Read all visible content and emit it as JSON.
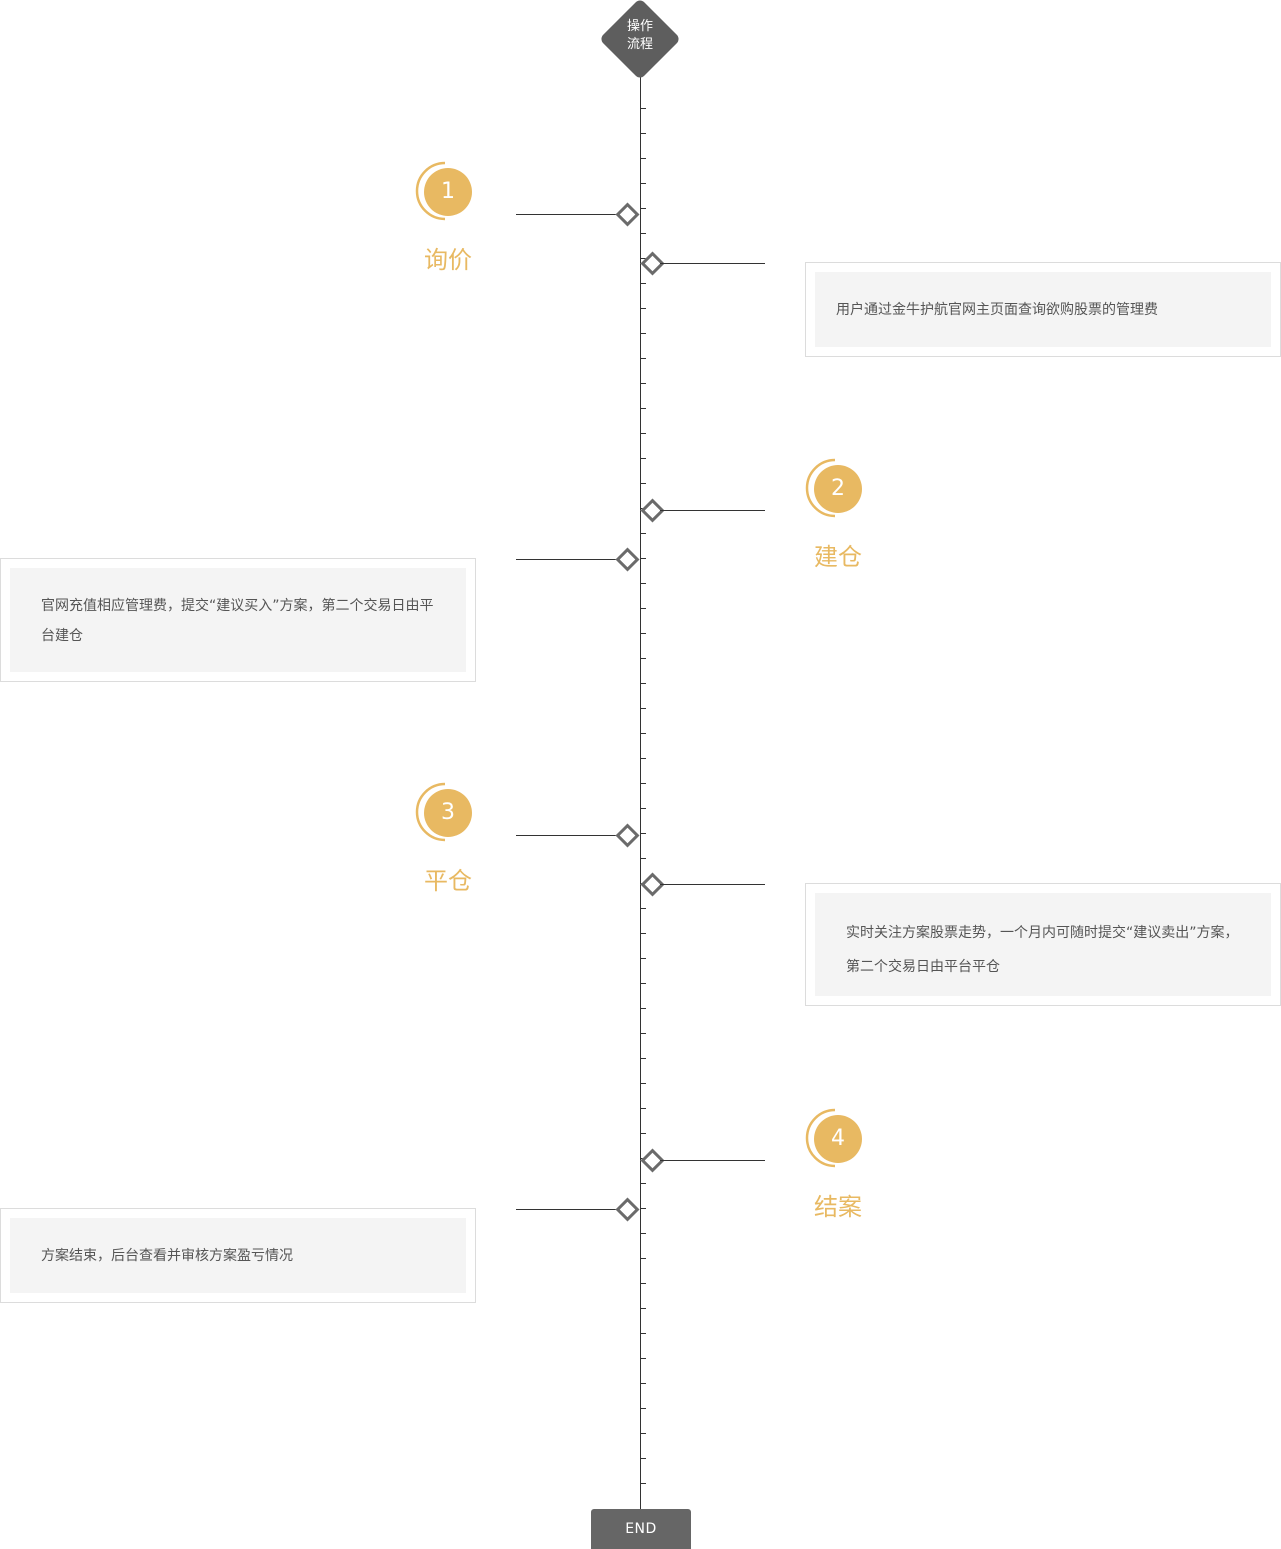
{
  "start_label": "操作\n流程",
  "end_label": "END",
  "colors": {
    "accent": "#e8b962",
    "axis": "#333333",
    "node_border": "#6b6b6b",
    "card_bg": "#f4f4f4"
  },
  "steps": [
    {
      "number": "1",
      "title": "询价",
      "description": "用户通过金牛护航官网主页面查询欲购股票的管理费"
    },
    {
      "number": "2",
      "title": "建仓",
      "description": "官网充值相应管理费，提交“建议买入”方案，第二个交易日由平台建仓"
    },
    {
      "number": "3",
      "title": "平仓",
      "description": "实时关注方案股票走势，一个月内可随时提交“建议卖出”方案，第二个交易日由平台平仓"
    },
    {
      "number": "4",
      "title": "结案",
      "description": "方案结束，后台查看并审核方案盈亏情况"
    }
  ]
}
